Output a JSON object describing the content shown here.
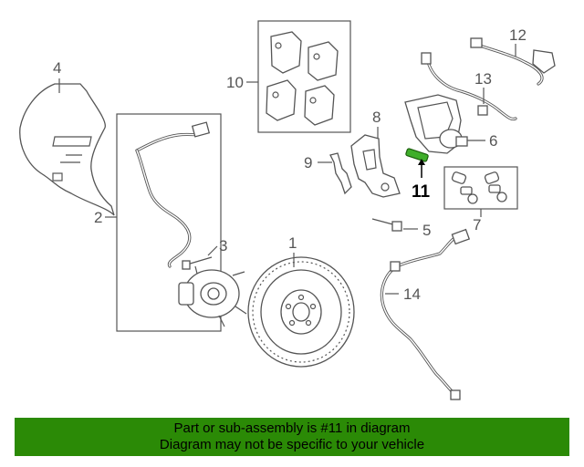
{
  "diagram": {
    "callouts": {
      "c1": "1",
      "c2": "2",
      "c3": "3",
      "c4": "4",
      "c5": "5",
      "c6": "6",
      "c7": "7",
      "c8": "8",
      "c9": "9",
      "c10": "10",
      "c11": "11",
      "c12": "12",
      "c13": "13",
      "c14": "14"
    },
    "highlight_part": "11",
    "highlight_color": "#3fae2a"
  },
  "banner": {
    "line1": "Part or sub-assembly is #11 in diagram",
    "line2": "Diagram may not be specific to your vehicle",
    "background": "#2b8a06"
  }
}
